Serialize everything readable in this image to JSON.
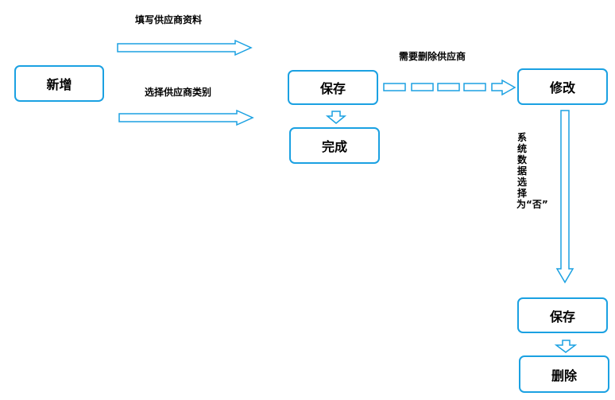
{
  "nodes": {
    "add": "新增",
    "save1": "保存",
    "done": "完成",
    "modify": "修改",
    "save2": "保存",
    "delete": "删除"
  },
  "labels": {
    "fill_info": "填写供应商资料",
    "choose_category": "选择供应商类别",
    "need_delete": "需要删除供应商",
    "system_data": "系统数据选择为“否”"
  },
  "colors": {
    "accent": "#1ba1e2"
  }
}
